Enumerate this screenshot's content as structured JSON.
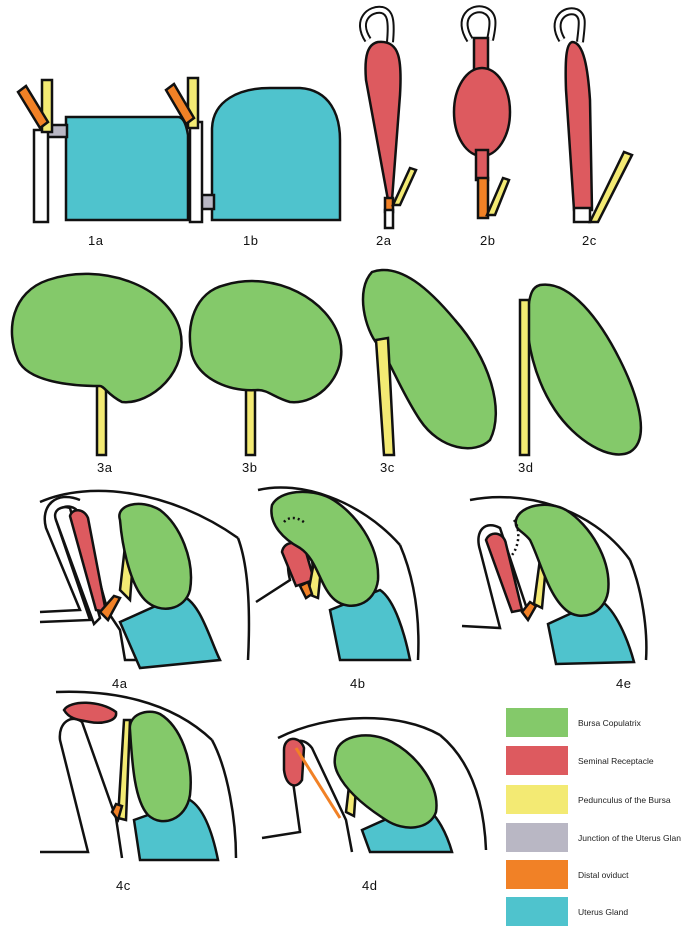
{
  "colors": {
    "bursa": "#84c96a",
    "receptacle": "#dd5a5f",
    "pedunculus": "#f3ea73",
    "junction": "#b9b7c4",
    "oviduct": "#f18126",
    "uterus": "#4fc3cd",
    "outline": "#111111"
  },
  "panels": {
    "p1a": "1a",
    "p1b": "1b",
    "p2a": "2a",
    "p2b": "2b",
    "p2c": "2c",
    "p3a": "3a",
    "p3b": "3b",
    "p3c": "3c",
    "p3d": "3d",
    "p4a": "4a",
    "p4b": "4b",
    "p4e": "4e",
    "p4c": "4c",
    "p4d": "4d"
  },
  "legend": {
    "bursa": "Bursa Copulatrix",
    "receptacle": "Seminal Receptacle",
    "pedunculus": "Pedunculus of the Bursa",
    "junction": "Junction of the Uterus Gland",
    "oviduct": "Distal oviduct",
    "uterus": "Uterus Gland"
  }
}
